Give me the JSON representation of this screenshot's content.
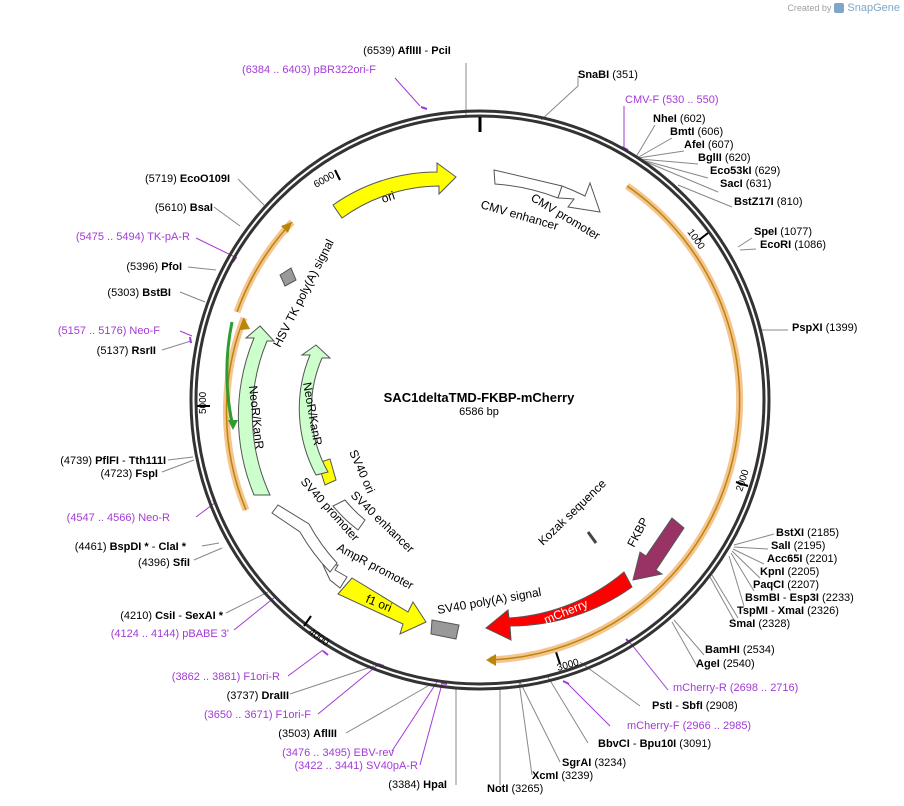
{
  "header": {
    "created_by": "Created by",
    "brand": "SnapGene"
  },
  "plasmid": {
    "name": "SAC1deltaTMD-FKBP-mCherry",
    "size_label": "6586 bp",
    "length": 6586
  },
  "ticks": [
    "1000",
    "2000",
    "3000",
    "4000",
    "5000",
    "6000"
  ],
  "features": [
    {
      "id": "cmv-enhancer",
      "label": "CMV enhancer",
      "color": "#ffffff"
    },
    {
      "id": "cmv-promoter",
      "label": "CMV promoter",
      "color": "#ffffff"
    },
    {
      "id": "kozak",
      "label": "Kozak sequence",
      "color": "#ffffff"
    },
    {
      "id": "fkbp",
      "label": "FKBP",
      "color": "#993366"
    },
    {
      "id": "mcherry",
      "label": "mCherry",
      "color": "#ff0000"
    },
    {
      "id": "sv40-polya",
      "label": "SV40 poly(A) signal",
      "color": "#999999"
    },
    {
      "id": "f1-ori",
      "label": "f1 ori",
      "color": "#ffff00"
    },
    {
      "id": "ampr-promoter",
      "label": "AmpR promoter",
      "color": "#ffffff"
    },
    {
      "id": "sv40-promoter",
      "label": "SV40 promoter",
      "color": "#ffffff"
    },
    {
      "id": "sv40-enhancer",
      "label": "SV40 enhancer",
      "color": "#ffffff"
    },
    {
      "id": "sv40-ori",
      "label": "SV40 ori",
      "color": "#ffff00"
    },
    {
      "id": "neor-inner",
      "label": "NeoR/KanR",
      "color": "#ccffcc"
    },
    {
      "id": "neor-outer",
      "label": "NeoR/KanR",
      "color": "#ccffcc"
    },
    {
      "id": "hsv-tk-polya",
      "label": "HSV TK poly(A) signal",
      "color": "#999999"
    },
    {
      "id": "ori",
      "label": "ori",
      "color": "#ffff00"
    }
  ],
  "labels": [
    {
      "id": "pcii",
      "parts": [
        {
          "t": "(6539)",
          "c": "pos"
        },
        {
          "t": " AflIII ",
          "c": "site"
        },
        {
          "t": "  - ",
          "c": "pos"
        },
        {
          "t": "PciI",
          "c": "site"
        }
      ]
    },
    {
      "id": "pbr322ori-f",
      "parts": [
        {
          "t": "(6384 .. 6403)  pBR322ori-F",
          "c": "primer"
        }
      ]
    },
    {
      "id": "snabi",
      "parts": [
        {
          "t": "SnaBI",
          "c": "site"
        },
        {
          "t": "    (351)",
          "c": "pos"
        }
      ]
    },
    {
      "id": "cmv-f",
      "parts": [
        {
          "t": "CMV-F     (530 .. 550)",
          "c": "primer"
        }
      ]
    },
    {
      "id": "nhei",
      "parts": [
        {
          "t": "NheI",
          "c": "site"
        },
        {
          "t": "  (602)",
          "c": "pos"
        }
      ]
    },
    {
      "id": "bmti",
      "parts": [
        {
          "t": "BmtI",
          "c": "site"
        },
        {
          "t": "  (606)",
          "c": "pos"
        }
      ]
    },
    {
      "id": "afei",
      "parts": [
        {
          "t": "AfeI",
          "c": "site"
        },
        {
          "t": "  (607)",
          "c": "pos"
        }
      ]
    },
    {
      "id": "bglii",
      "parts": [
        {
          "t": "BglII",
          "c": "site"
        },
        {
          "t": "  (620)",
          "c": "pos"
        }
      ]
    },
    {
      "id": "eco53ki",
      "parts": [
        {
          "t": "Eco53kI",
          "c": "site"
        },
        {
          "t": "  (629)",
          "c": "pos"
        }
      ]
    },
    {
      "id": "saci",
      "parts": [
        {
          "t": "SacI",
          "c": "site"
        },
        {
          "t": "  (631)",
          "c": "pos"
        }
      ]
    },
    {
      "id": "bstz17i",
      "parts": [
        {
          "t": "BstZ17I",
          "c": "site"
        },
        {
          "t": "  (810)",
          "c": "pos"
        }
      ]
    },
    {
      "id": "spei",
      "parts": [
        {
          "t": "SpeI",
          "c": "site"
        },
        {
          "t": "  (1077)",
          "c": "pos"
        }
      ]
    },
    {
      "id": "ecori",
      "parts": [
        {
          "t": "EcoRI",
          "c": "site"
        },
        {
          "t": "  (1086)",
          "c": "pos"
        }
      ]
    },
    {
      "id": "pspxi",
      "parts": [
        {
          "t": "PspXI",
          "c": "site"
        },
        {
          "t": "   (1399)",
          "c": "pos"
        }
      ]
    },
    {
      "id": "bstxi",
      "parts": [
        {
          "t": "BstXI",
          "c": "site"
        },
        {
          "t": "  (2185)",
          "c": "pos"
        }
      ]
    },
    {
      "id": "sali",
      "parts": [
        {
          "t": "SalI",
          "c": "site"
        },
        {
          "t": "  (2195)",
          "c": "pos"
        }
      ]
    },
    {
      "id": "acc65i",
      "parts": [
        {
          "t": "Acc65I",
          "c": "site"
        },
        {
          "t": "  (2201)",
          "c": "pos"
        }
      ]
    },
    {
      "id": "kpni",
      "parts": [
        {
          "t": "KpnI",
          "c": "site"
        },
        {
          "t": "  (2205)",
          "c": "pos"
        }
      ]
    },
    {
      "id": "paqci",
      "parts": [
        {
          "t": "PaqCI",
          "c": "site"
        },
        {
          "t": "  (2207)",
          "c": "pos"
        }
      ]
    },
    {
      "id": "bsmbi",
      "parts": [
        {
          "t": "BsmBI",
          "c": "site"
        },
        {
          "t": "  - ",
          "c": "pos"
        },
        {
          "t": "Esp3I",
          "c": "site"
        },
        {
          "t": "  (2233)",
          "c": "pos"
        }
      ]
    },
    {
      "id": "tspmi",
      "parts": [
        {
          "t": "TspMI",
          "c": "site"
        },
        {
          "t": "  - ",
          "c": "pos"
        },
        {
          "t": "XmaI",
          "c": "site"
        },
        {
          "t": "  (2326)",
          "c": "pos"
        }
      ]
    },
    {
      "id": "smai",
      "parts": [
        {
          "t": "SmaI",
          "c": "site"
        },
        {
          "t": "  (2328)",
          "c": "pos"
        }
      ]
    },
    {
      "id": "bamhi",
      "parts": [
        {
          "t": "BamHI",
          "c": "site"
        },
        {
          "t": "  (2534)",
          "c": "pos"
        }
      ]
    },
    {
      "id": "agei",
      "parts": [
        {
          "t": "AgeI",
          "c": "site"
        },
        {
          "t": "  (2540)",
          "c": "pos"
        }
      ]
    },
    {
      "id": "mcherry-r",
      "parts": [
        {
          "t": "mCherry-R    (2698 .. 2716)",
          "c": "primer"
        }
      ]
    },
    {
      "id": "psti",
      "parts": [
        {
          "t": "PstI",
          "c": "site"
        },
        {
          "t": "  - ",
          "c": "pos"
        },
        {
          "t": "SbfI",
          "c": "site"
        },
        {
          "t": "  (2908)",
          "c": "pos"
        }
      ]
    },
    {
      "id": "mcherry-f",
      "parts": [
        {
          "t": "mCherry-F    (2966 .. 2985)",
          "c": "primer"
        }
      ]
    },
    {
      "id": "bbvci",
      "parts": [
        {
          "t": "BbvCI",
          "c": "site"
        },
        {
          "t": "  - ",
          "c": "pos"
        },
        {
          "t": "Bpu10I",
          "c": "site"
        },
        {
          "t": "  (3091)",
          "c": "pos"
        }
      ]
    },
    {
      "id": "sgrai",
      "parts": [
        {
          "t": "SgrAI",
          "c": "site"
        },
        {
          "t": "  (3234)",
          "c": "pos"
        }
      ]
    },
    {
      "id": "xcmi",
      "parts": [
        {
          "t": "XcmI",
          "c": "site"
        },
        {
          "t": "  (3239)",
          "c": "pos"
        }
      ]
    },
    {
      "id": "noti",
      "parts": [
        {
          "t": "NotI",
          "c": "site"
        },
        {
          "t": "  (3265)",
          "c": "pos"
        }
      ]
    },
    {
      "id": "hpai",
      "parts": [
        {
          "t": "(3384) ",
          "c": "pos"
        },
        {
          "t": "HpaI",
          "c": "site"
        }
      ]
    },
    {
      "id": "sv40pa-r",
      "parts": [
        {
          "t": "(3422 .. 3441)  SV40pA-R",
          "c": "primer"
        }
      ]
    },
    {
      "id": "ebv-rev",
      "parts": [
        {
          "t": "(3476 .. 3495)  EBV-rev",
          "c": "primer"
        }
      ]
    },
    {
      "id": "afliii",
      "parts": [
        {
          "t": "(3503)  ",
          "c": "pos"
        },
        {
          "t": "AflIII",
          "c": "site"
        }
      ]
    },
    {
      "id": "f1ori-f",
      "parts": [
        {
          "t": "(3650 .. 3671)  F1ori-F",
          "c": "primer"
        }
      ]
    },
    {
      "id": "draiii",
      "parts": [
        {
          "t": "(3737)  ",
          "c": "pos"
        },
        {
          "t": "DraIII",
          "c": "site"
        }
      ]
    },
    {
      "id": "f1ori-r",
      "parts": [
        {
          "t": "(3862 .. 3881)  F1ori-R",
          "c": "primer"
        }
      ]
    },
    {
      "id": "pbabe3",
      "parts": [
        {
          "t": "(4124 .. 4144)  pBABE 3'",
          "c": "primer"
        }
      ]
    },
    {
      "id": "csii",
      "parts": [
        {
          "t": "(4210)  ",
          "c": "pos"
        },
        {
          "t": "CsiI",
          "c": "site"
        },
        {
          "t": "  - ",
          "c": "pos"
        },
        {
          "t": "SexAI *",
          "c": "site"
        }
      ]
    },
    {
      "id": "sfii",
      "parts": [
        {
          "t": "(4396)  ",
          "c": "pos"
        },
        {
          "t": "SfiI",
          "c": "site"
        }
      ]
    },
    {
      "id": "bspdi",
      "parts": [
        {
          "t": "(4461)  ",
          "c": "pos"
        },
        {
          "t": "BspDI *",
          "c": "site"
        },
        {
          "t": "  - ",
          "c": "pos"
        },
        {
          "t": "ClaI *",
          "c": "site"
        }
      ]
    },
    {
      "id": "neo-r",
      "parts": [
        {
          "t": "(4547 .. 4566)  Neo-R",
          "c": "primer"
        }
      ]
    },
    {
      "id": "fspi",
      "parts": [
        {
          "t": "(4723)  ",
          "c": "pos"
        },
        {
          "t": "FspI",
          "c": "site"
        }
      ]
    },
    {
      "id": "pflfi",
      "parts": [
        {
          "t": "(4739)  ",
          "c": "pos"
        },
        {
          "t": "PflFI",
          "c": "site"
        },
        {
          "t": "  - ",
          "c": "pos"
        },
        {
          "t": "Tth111I",
          "c": "site"
        }
      ]
    },
    {
      "id": "rsrii",
      "parts": [
        {
          "t": "(5137)  ",
          "c": "pos"
        },
        {
          "t": "RsrII",
          "c": "site"
        }
      ]
    },
    {
      "id": "neo-f",
      "parts": [
        {
          "t": "(5157 .. 5176)  Neo-F",
          "c": "primer"
        }
      ]
    },
    {
      "id": "bstbi",
      "parts": [
        {
          "t": "(5303)  ",
          "c": "pos"
        },
        {
          "t": "BstBI",
          "c": "site"
        }
      ]
    },
    {
      "id": "pfoi",
      "parts": [
        {
          "t": "(5396)  ",
          "c": "pos"
        },
        {
          "t": "PfoI",
          "c": "site"
        }
      ]
    },
    {
      "id": "tk-pa-r",
      "parts": [
        {
          "t": "(5475 .. 5494)  TK-pA-R",
          "c": "primer"
        }
      ]
    },
    {
      "id": "bsai",
      "parts": [
        {
          "t": "(5610)  ",
          "c": "pos"
        },
        {
          "t": "BsaI",
          "c": "site"
        }
      ]
    },
    {
      "id": "ecoo109i",
      "parts": [
        {
          "t": "(5719)  ",
          "c": "pos"
        },
        {
          "t": "EcoO109I",
          "c": "site"
        }
      ]
    }
  ]
}
